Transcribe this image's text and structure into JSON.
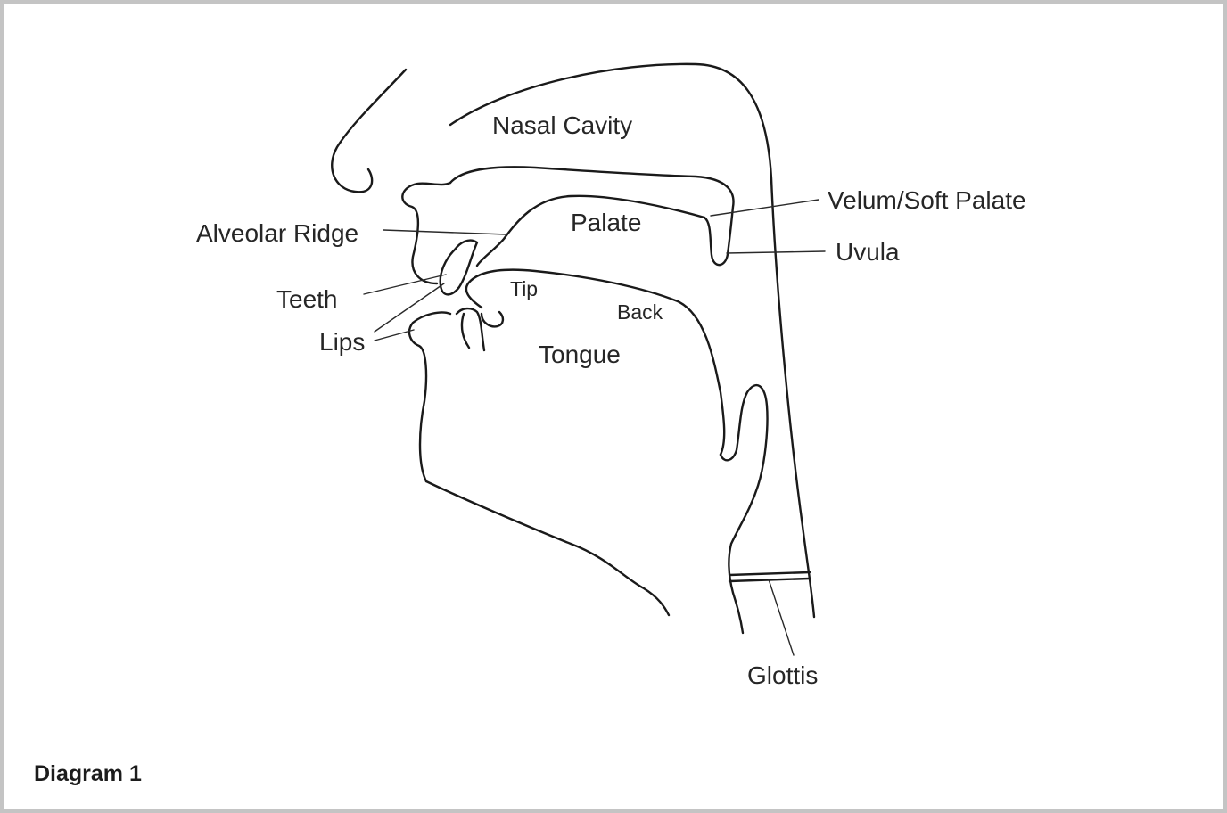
{
  "caption": "Diagram 1",
  "labels": {
    "nasal_cavity": "Nasal Cavity",
    "velum": "Velum/Soft Palate",
    "alveolar_ridge": "Alveolar Ridge",
    "palate": "Palate",
    "uvula": "Uvula",
    "teeth": "Teeth",
    "tip": "Tip",
    "back": "Back",
    "lips": "Lips",
    "tongue": "Tongue",
    "glottis": "Glottis"
  },
  "colors": {
    "frame_border": "#c4c4c4",
    "line": "#1a1a1a",
    "text": "#262626"
  }
}
